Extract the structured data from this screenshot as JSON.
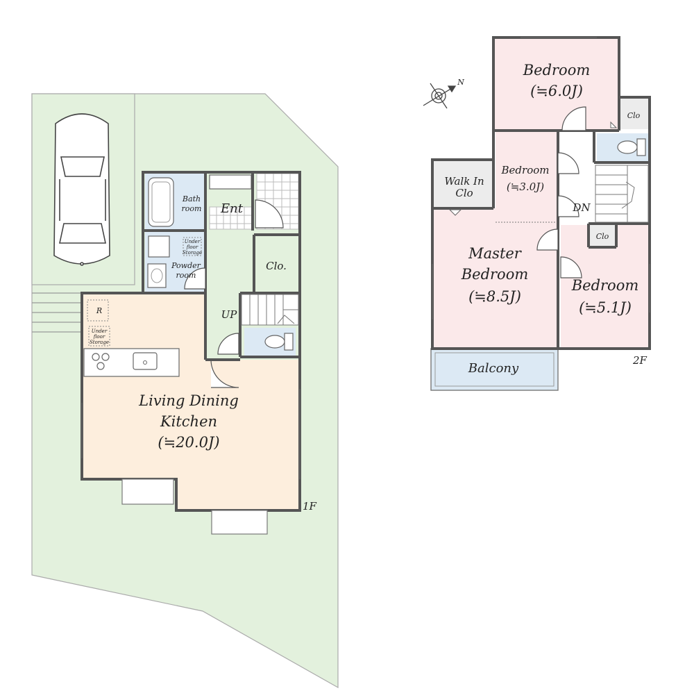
{
  "floor1": {
    "level_label": "1F",
    "rooms": {
      "ldk_line1": "Living Dining",
      "ldk_line2": "Kitchen",
      "ldk_size": "(≒20.0J)",
      "bath_line1": "Bath",
      "bath_line2": "room",
      "powder_line1": "Powder",
      "powder_line2": "room",
      "entrance": "Ent",
      "closet": "Clo.",
      "stairs_up": "UP",
      "fridge": "R",
      "stock1_line1": "Under",
      "stock1_line2": "floor",
      "stock1_line3": "Storage",
      "stock2_line1": "Under",
      "stock2_line2": "floor",
      "stock2_line3": "Storage"
    }
  },
  "floor2": {
    "level_label": "2F",
    "rooms": {
      "bed_a_name": "Bedroom",
      "bed_a_size": "(≒6.0J)",
      "bed_b_name": "Bedroom",
      "bed_b_size": "(≒3.0J)",
      "master_line1": "Master",
      "master_line2": "Bedroom",
      "master_size": "(≒8.5J)",
      "bed_c_name": "Bedroom",
      "bed_c_size": "(≒5.1J)",
      "walkin_line1": "Walk In",
      "walkin_line2": "Clo",
      "clo_top": "Clo",
      "clo_small": "Clo",
      "stairs_down": "DN",
      "balcony": "Balcony"
    }
  },
  "compass": {
    "north_mark": "N"
  },
  "colors": {
    "yard": "#e3f1dd",
    "ldk_floor": "#fdeedd",
    "bedroom_floor": "#fbe9ea",
    "wet_area": "#dce9f4",
    "hall": "#ffffff",
    "wall": "#555555"
  }
}
